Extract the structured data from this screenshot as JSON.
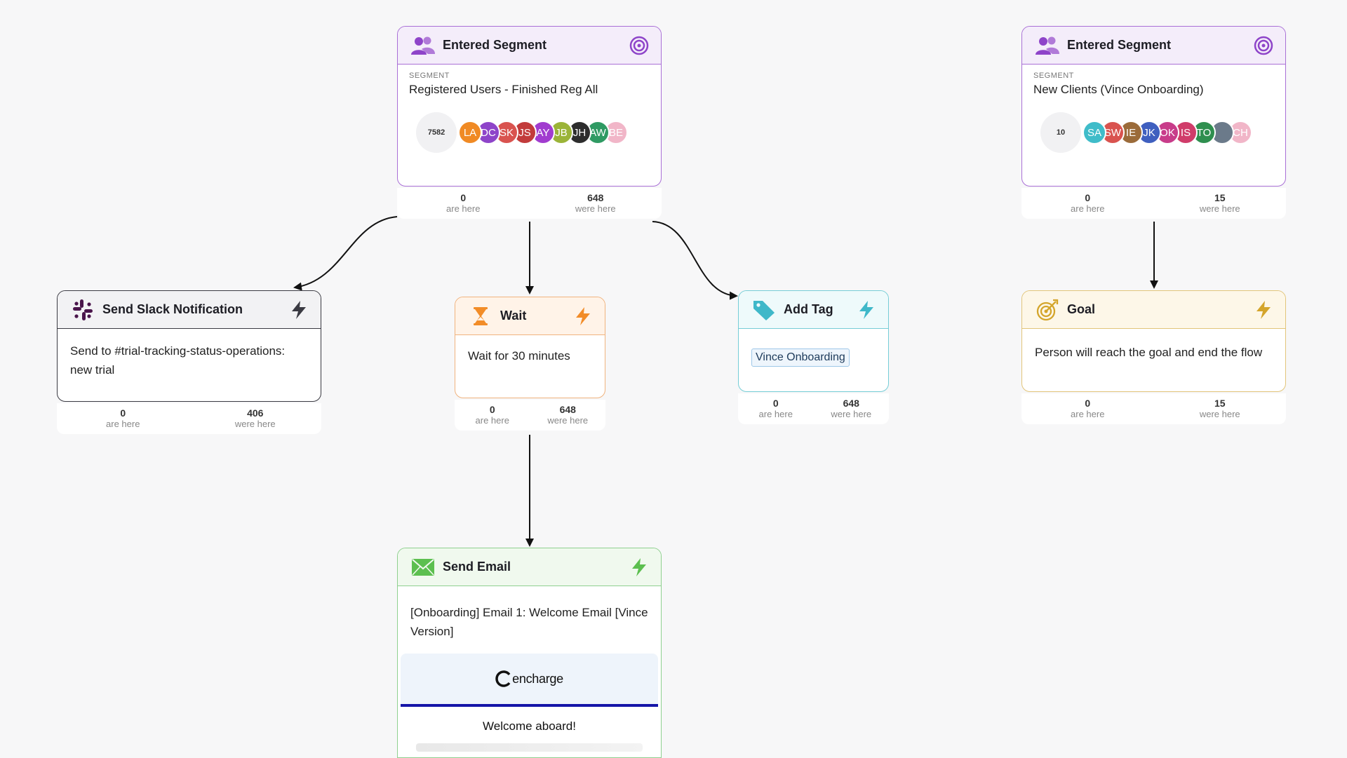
{
  "colors": {
    "segment": "#8e44c9",
    "slack": "#4a154b",
    "wait": "#f28c28",
    "tag": "#3fb8c9",
    "goal": "#d4a52b",
    "email": "#5cbf4f",
    "arrow": "#111111"
  },
  "nodes": {
    "segment1": {
      "title": "Entered Segment",
      "segment_label": "SEGMENT",
      "segment_name": "Registered Users - Finished Reg All",
      "member_count": "7582",
      "avatars": [
        {
          "initials": "LA",
          "color": "#f08a24"
        },
        {
          "initials": "DC",
          "color": "#8e44c9"
        },
        {
          "initials": "SK",
          "color": "#d9534f"
        },
        {
          "initials": "JS",
          "color": "#c23b3b"
        },
        {
          "initials": "AY",
          "color": "#a13ccf"
        },
        {
          "initials": "JB",
          "color": "#9bb438"
        },
        {
          "initials": "JH",
          "color": "#2d2d2d"
        },
        {
          "initials": "AW",
          "color": "#2f9a63"
        },
        {
          "initials": "BE",
          "color": "#f1b6c8"
        }
      ],
      "icon": "users-icon",
      "right_icon": "target-icon",
      "stats": {
        "are_here": "0",
        "are_here_label": "are here",
        "were_here": "648",
        "were_here_label": "were here"
      }
    },
    "segment2": {
      "title": "Entered Segment",
      "segment_label": "SEGMENT",
      "segment_name": "New Clients (Vince Onboarding)",
      "member_count": "10",
      "avatars": [
        {
          "initials": "SA",
          "color": "#3fbcc9"
        },
        {
          "initials": "SW",
          "color": "#d9534f"
        },
        {
          "initials": "IE",
          "color": "#9b6b3a"
        },
        {
          "initials": "JK",
          "color": "#3f5fbf"
        },
        {
          "initials": "OK",
          "color": "#c83c8a"
        },
        {
          "initials": "IS",
          "color": "#d03c6a"
        },
        {
          "initials": "TO",
          "color": "#2f8f4f"
        },
        {
          "initials": "",
          "color": "#6b7a8a"
        },
        {
          "initials": "CH",
          "color": "#f1b6c8"
        }
      ],
      "icon": "users-icon",
      "right_icon": "target-icon",
      "stats": {
        "are_here": "0",
        "are_here_label": "are here",
        "were_here": "15",
        "were_here_label": "were here"
      }
    },
    "slack": {
      "title": "Send Slack Notification",
      "body": "Send to #trial-tracking-status-operations: new trial",
      "icon": "slack-icon",
      "right_icon": "bolt-icon",
      "stats": {
        "are_here": "0",
        "are_here_label": "are here",
        "were_here": "406",
        "were_here_label": "were here"
      }
    },
    "wait": {
      "title": "Wait",
      "body": "Wait for 30 minutes",
      "icon": "hourglass-icon",
      "right_icon": "bolt-icon",
      "stats": {
        "are_here": "0",
        "are_here_label": "are here",
        "were_here": "648",
        "were_here_label": "were here"
      }
    },
    "tag": {
      "title": "Add Tag",
      "tag_label": "Vince Onboarding",
      "icon": "tag-icon",
      "right_icon": "bolt-icon",
      "stats": {
        "are_here": "0",
        "are_here_label": "are here",
        "were_here": "648",
        "were_here_label": "were here"
      }
    },
    "goal": {
      "title": "Goal",
      "body": "Person will reach the goal and end the flow",
      "icon": "goal-target-icon",
      "right_icon": "bolt-icon",
      "stats": {
        "are_here": "0",
        "are_here_label": "are here",
        "were_here": "15",
        "were_here_label": "were here"
      }
    },
    "email": {
      "title": "Send Email",
      "body": "[Onboarding] Email 1: Welcome Email [Vince Version]",
      "logo_text": "encharge",
      "preview_heading": "Welcome aboard!",
      "icon": "envelope-icon",
      "right_icon": "bolt-icon"
    }
  }
}
